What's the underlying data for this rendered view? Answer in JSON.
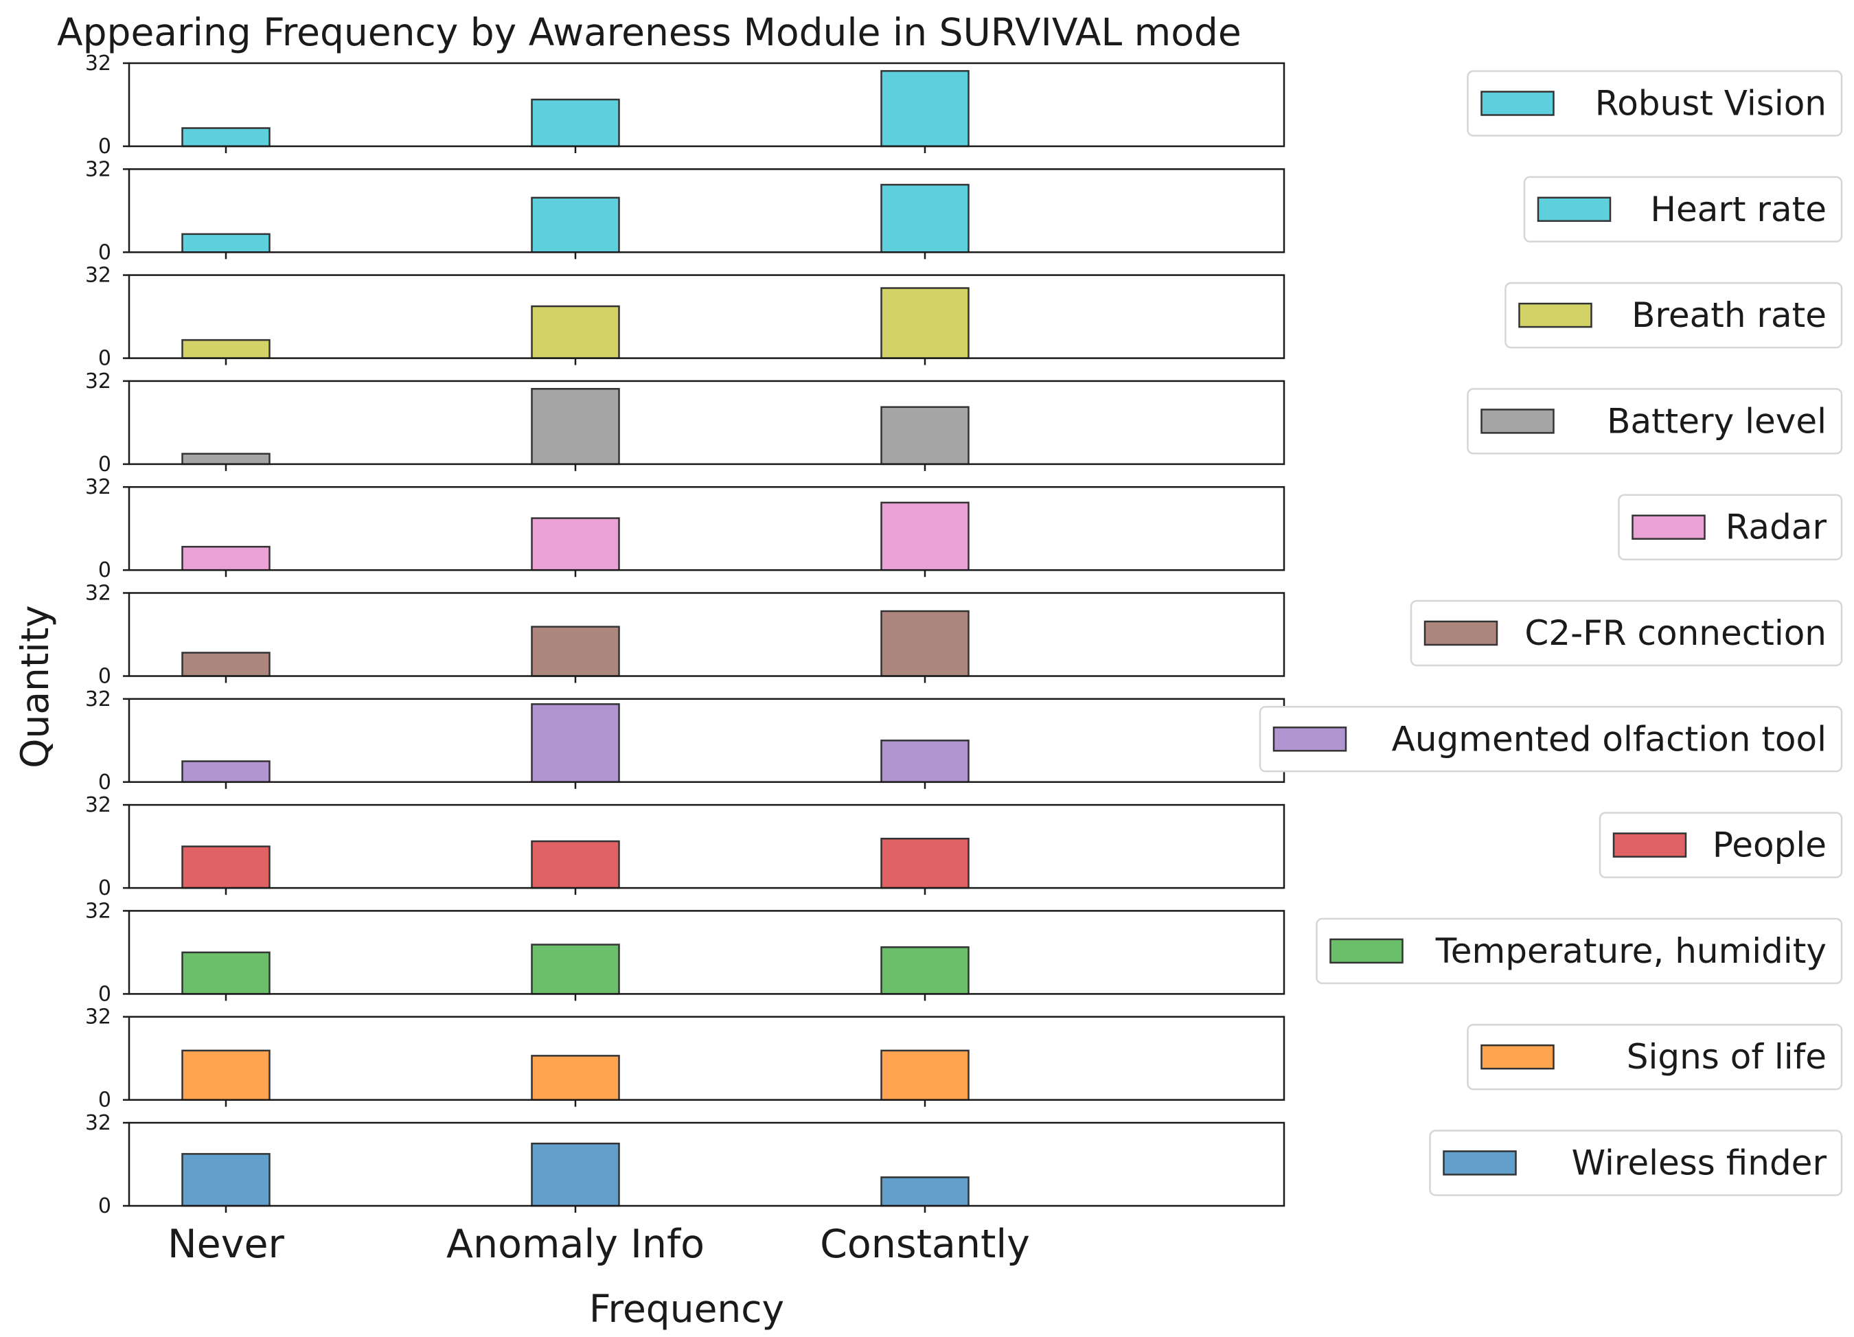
{
  "chart_data": {
    "type": "bar",
    "title": "Appearing Frequency by Awareness Module in SURVIVAL mode",
    "xlabel": "Frequency",
    "ylabel": "Quantity",
    "categories": [
      "Never",
      "Anomaly Info",
      "Constantly"
    ],
    "ylim": [
      0,
      32
    ],
    "yticks": [
      "0",
      "32"
    ],
    "grid": false,
    "legend": "right",
    "series": [
      {
        "name": "Robust Vision",
        "values": [
          7,
          18,
          29
        ],
        "color": "#5ecfdd"
      },
      {
        "name": "Heart rate",
        "values": [
          7,
          21,
          26
        ],
        "color": "#5ecfdd"
      },
      {
        "name": "Breath rate",
        "values": [
          7,
          20,
          27
        ],
        "color": "#d3d266"
      },
      {
        "name": "Battery level",
        "values": [
          4,
          29,
          22
        ],
        "color": "#a5a5a5"
      },
      {
        "name": "Radar",
        "values": [
          9,
          20,
          26
        ],
        "color": "#eaa1d5"
      },
      {
        "name": "C2-FR connection",
        "values": [
          9,
          19,
          25
        ],
        "color": "#ad877d"
      },
      {
        "name": "Augmented olfaction tool",
        "values": [
          8,
          30,
          16
        ],
        "color": "#b195d1"
      },
      {
        "name": "People",
        "values": [
          16,
          18,
          19
        ],
        "color": "#e06264"
      },
      {
        "name": "Temperature, humidity",
        "values": [
          16,
          19,
          18
        ],
        "color": "#6bbf6b"
      },
      {
        "name": "Signs of life",
        "values": [
          19,
          17,
          19
        ],
        "color": "#ffa552"
      },
      {
        "name": "Wireless finder",
        "values": [
          20,
          24,
          11
        ],
        "color": "#62a0cb"
      }
    ]
  }
}
